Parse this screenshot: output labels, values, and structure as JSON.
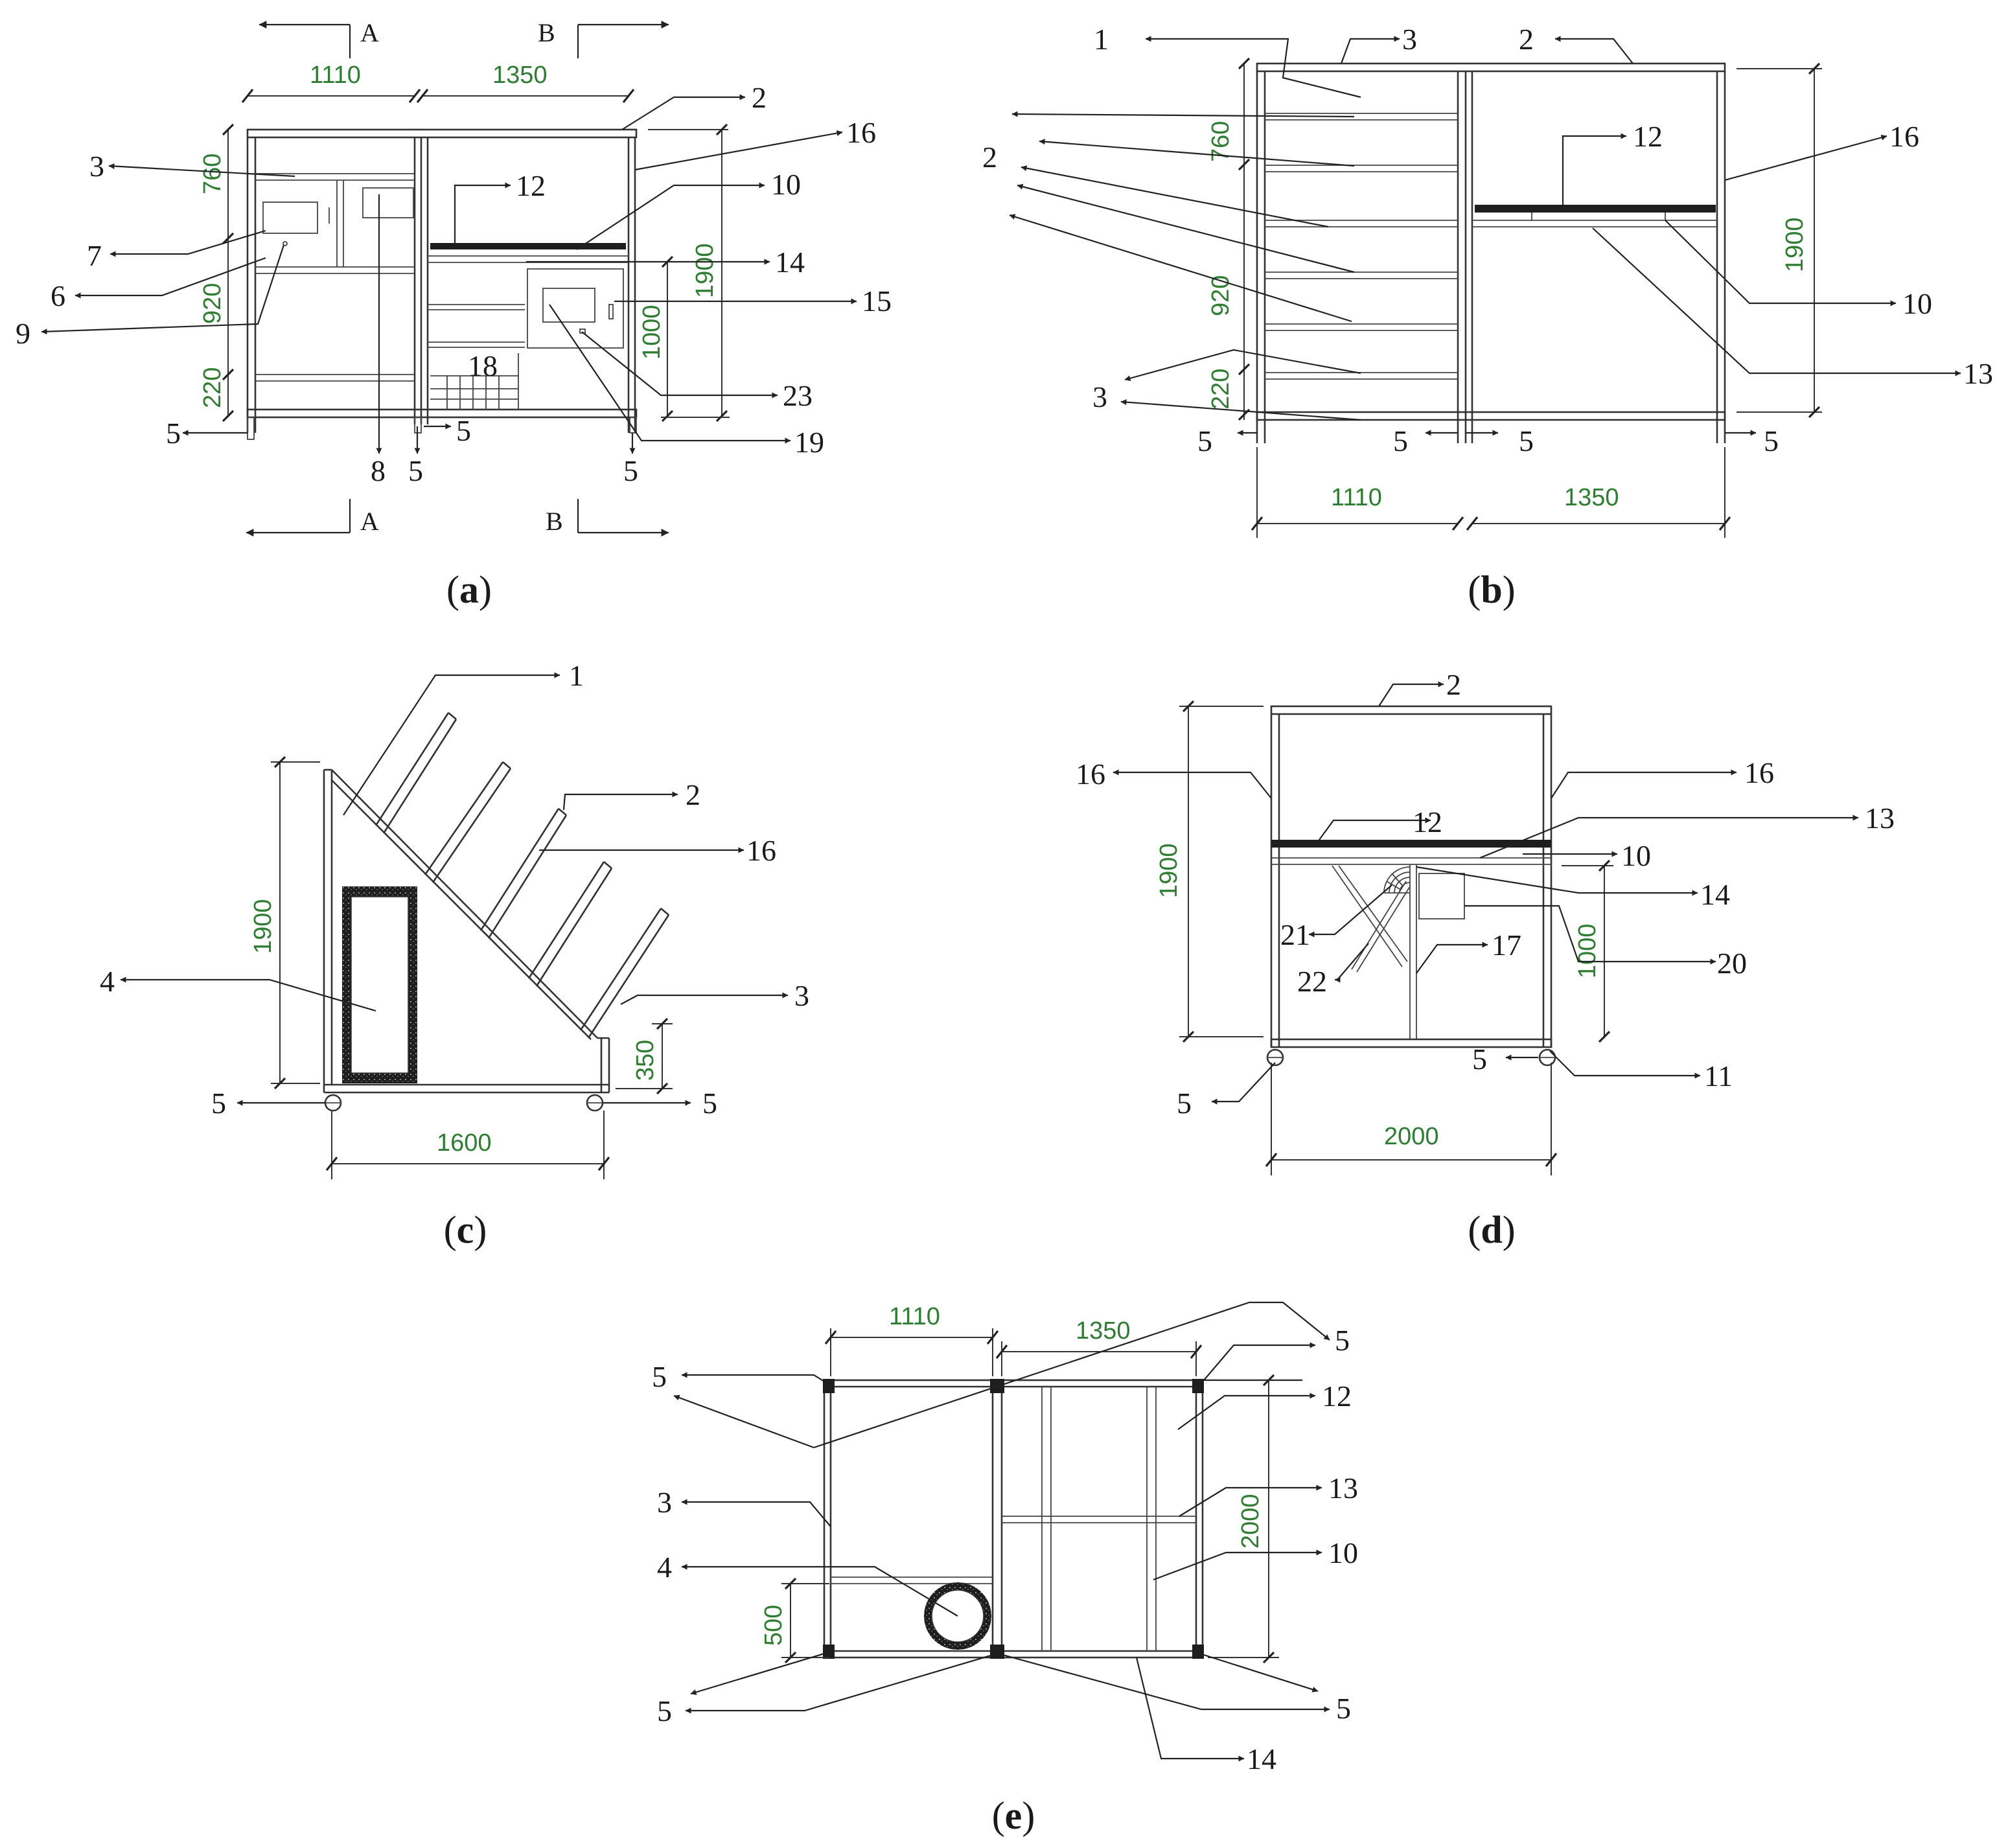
{
  "captions": {
    "a": "a",
    "b": "b",
    "c": "c",
    "d": "d",
    "e": "e"
  },
  "section_marks": {
    "A": "A",
    "B": "B"
  },
  "dims": {
    "d1110": "1110",
    "d1350": "1350",
    "d760": "760",
    "d920": "920",
    "d220": "220",
    "d1900": "1900",
    "d1000": "1000",
    "d1600": "1600",
    "d350": "350",
    "d2000": "2000",
    "d500": "500"
  },
  "labels": {
    "n1": "1",
    "n2": "2",
    "n3": "3",
    "n4": "4",
    "n5": "5",
    "n6": "6",
    "n7": "7",
    "n8": "8",
    "n9": "9",
    "n10": "10",
    "n11": "11",
    "n12": "12",
    "n13": "13",
    "n14": "14",
    "n15": "15",
    "n16": "16",
    "n17": "17",
    "n18": "18",
    "n19": "19",
    "n20": "20",
    "n21": "21",
    "n22": "22",
    "n23": "23"
  },
  "colors": {
    "dimension_text": "#2e7d32",
    "line": "#333333",
    "dark_shelf": "#222222"
  }
}
